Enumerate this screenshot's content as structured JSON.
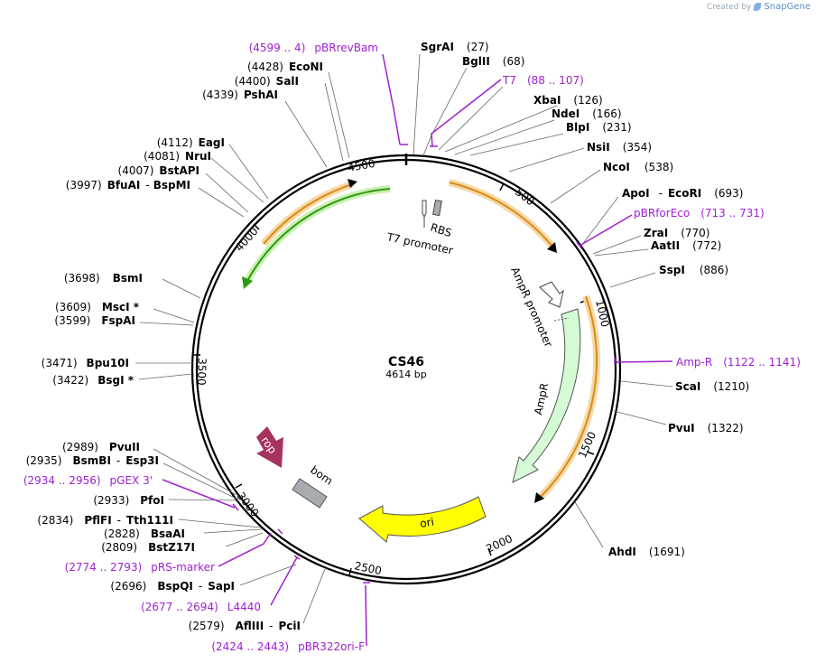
{
  "credit": {
    "created_by": "Created by",
    "brand": "SnapGene",
    "icon": "snapgene-leaf-icon"
  },
  "plasmid": {
    "name": "CS46",
    "length_label": "4614 bp",
    "length": 4614
  },
  "ticks": [
    "500",
    "1000",
    "1500",
    "2000",
    "2500",
    "3000",
    "3500",
    "4000",
    "4500"
  ],
  "features": {
    "rbs": "RBS",
    "t7_promoter": "T7 promoter",
    "ampr_promoter": "AmpR promoter",
    "ampr": "AmpR",
    "ori": "ori",
    "rop": "rop",
    "bom": "bom"
  },
  "colors": {
    "backbone": "#000000",
    "green_arrow": "#2e9a12",
    "orange_arrow": "#d98b1a",
    "ampr_fill": "#d4fbd4",
    "ori_fill": "#ffff00",
    "rop_fill": "#a8325e",
    "bom_fill": "#a8acb0",
    "primer": "#a020d0"
  },
  "sites": [
    {
      "name": "SgrAI",
      "pos": "(27)"
    },
    {
      "name": "BglII",
      "pos": "(68)"
    },
    {
      "name": "XbaI",
      "pos": "(126)"
    },
    {
      "name": "NdeI",
      "pos": "(166)"
    },
    {
      "name": "BlpI",
      "pos": "(231)"
    },
    {
      "name": "NsiI",
      "pos": "(354)"
    },
    {
      "name": "NcoI",
      "pos": "(538)"
    },
    {
      "name": "ApoI",
      "name2": "EcoRI",
      "pos": "(693)"
    },
    {
      "name": "ZraI",
      "pos": "(770)"
    },
    {
      "name": "AatII",
      "pos": "(772)"
    },
    {
      "name": "SspI",
      "pos": "(886)"
    },
    {
      "name": "ScaI",
      "pos": "(1210)"
    },
    {
      "name": "PvuI",
      "pos": "(1322)"
    },
    {
      "name": "AhdI",
      "pos": "(1691)"
    },
    {
      "name": "EcoNI",
      "pos": "(4428)"
    },
    {
      "name": "SalI",
      "pos": "(4400)"
    },
    {
      "name": "PshAI",
      "pos": "(4339)"
    },
    {
      "name": "EagI",
      "pos": "(4112)"
    },
    {
      "name": "NruI",
      "pos": "(4081)"
    },
    {
      "name": "BstAPI",
      "pos": "(4007)"
    },
    {
      "name": "BfuAI",
      "name2": "BspMI",
      "pos": "(3997)"
    },
    {
      "name": "BsmI",
      "pos": "(3698)"
    },
    {
      "name": "MscI *",
      "pos": "(3609)"
    },
    {
      "name": "FspAI",
      "pos": "(3599)"
    },
    {
      "name": "Bpu10I",
      "pos": "(3471)"
    },
    {
      "name": "BsgI *",
      "pos": "(3422)"
    },
    {
      "name": "PvuII",
      "pos": "(2989)"
    },
    {
      "name": "BsmBI",
      "name2": "Esp3I",
      "pos": "(2935)"
    },
    {
      "name": "PfoI",
      "pos": "(2933)"
    },
    {
      "name": "PflFI",
      "name2": "Tth111I",
      "pos": "(2834)"
    },
    {
      "name": "BsaAI",
      "pos": "(2828)"
    },
    {
      "name": "BstZ17I",
      "pos": "(2809)"
    },
    {
      "name": "BspQI",
      "name2": "SapI",
      "pos": "(2696)"
    },
    {
      "name": "AflIII",
      "name2": "PciI",
      "pos": "(2579)"
    }
  ],
  "primers": [
    {
      "range": "(4599 .. 4)",
      "name": "pBRrevBam"
    },
    {
      "range": "(88 .. 107)",
      "name": "T7"
    },
    {
      "range": "(713 .. 731)",
      "name": "pBRforEco"
    },
    {
      "range": "(1122 .. 1141)",
      "name": "Amp-R"
    },
    {
      "range": "(2934 .. 2956)",
      "name": "pGEX 3'"
    },
    {
      "range": "(2774 .. 2793)",
      "name": "pRS-marker"
    },
    {
      "range": "(2677 .. 2694)",
      "name": "L4440"
    },
    {
      "range": "(2424 .. 2443)",
      "name": "pBR322ori-F"
    }
  ]
}
